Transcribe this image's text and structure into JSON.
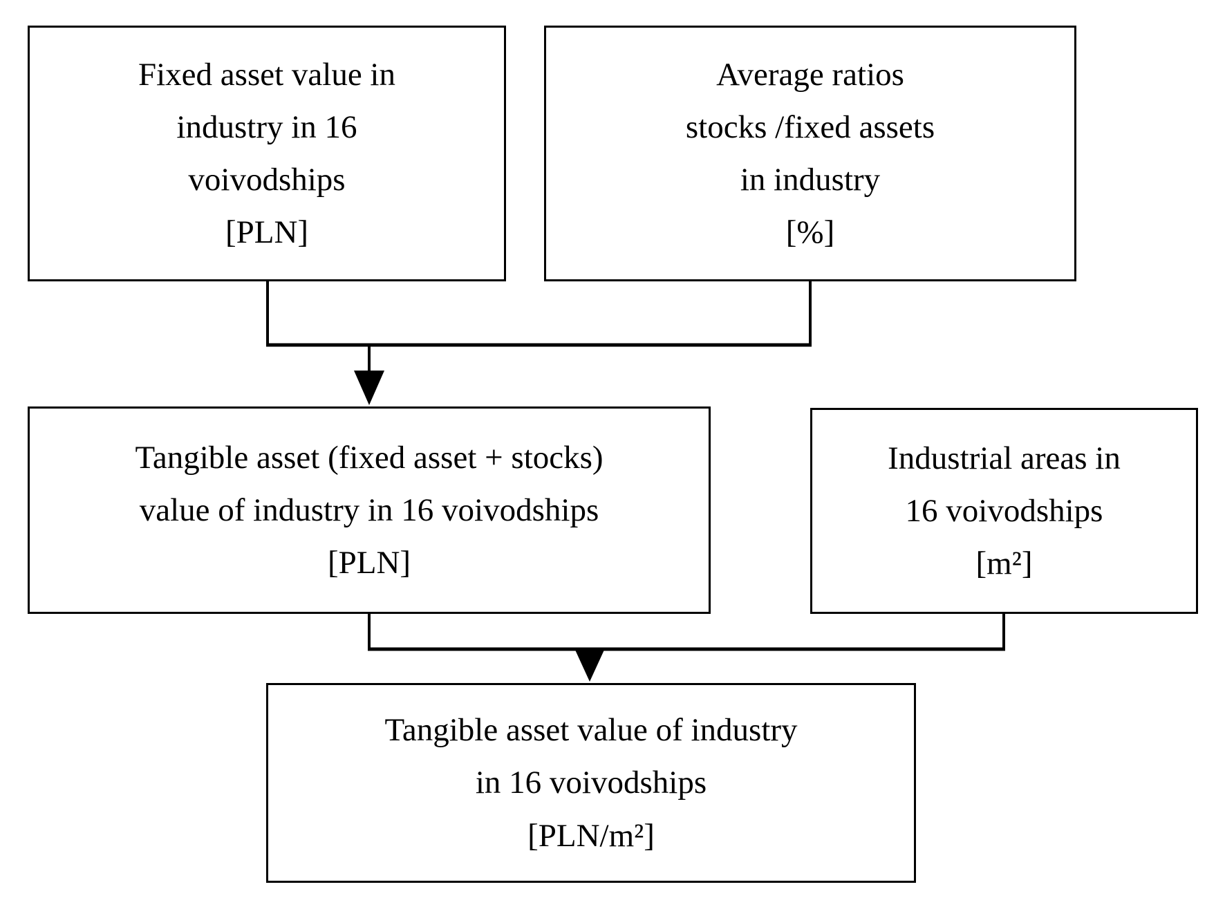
{
  "diagram": {
    "type": "flowchart",
    "background_color": "#ffffff",
    "line_color": "#000000",
    "text_color": "#000000",
    "nodes": [
      {
        "id": "fixed-asset-value",
        "label": "Fixed asset value in\nindustry in 16\nvoivodships\n[PLN]"
      },
      {
        "id": "average-ratios",
        "label": "Average ratios\nstocks /fixed assets\nin industry\n[%]"
      },
      {
        "id": "tangible-asset-value-pln",
        "label": "Tangible asset (fixed asset + stocks)\nvalue of industry in 16 voivodships\n[PLN]"
      },
      {
        "id": "industrial-areas",
        "label": "Industrial areas in\n16 voivodships\n[m²]"
      },
      {
        "id": "tangible-asset-value-pln-m2",
        "label": "Tangible asset value of industry\nin 16 voivodships\n[PLN/m²]"
      }
    ],
    "edges": [
      {
        "from": [
          "fixed-asset-value",
          "average-ratios"
        ],
        "to": "tangible-asset-value-pln",
        "style": "merge-arrow"
      },
      {
        "from": [
          "tangible-asset-value-pln",
          "industrial-areas"
        ],
        "to": "tangible-asset-value-pln-m2",
        "style": "merge-arrow"
      }
    ]
  }
}
